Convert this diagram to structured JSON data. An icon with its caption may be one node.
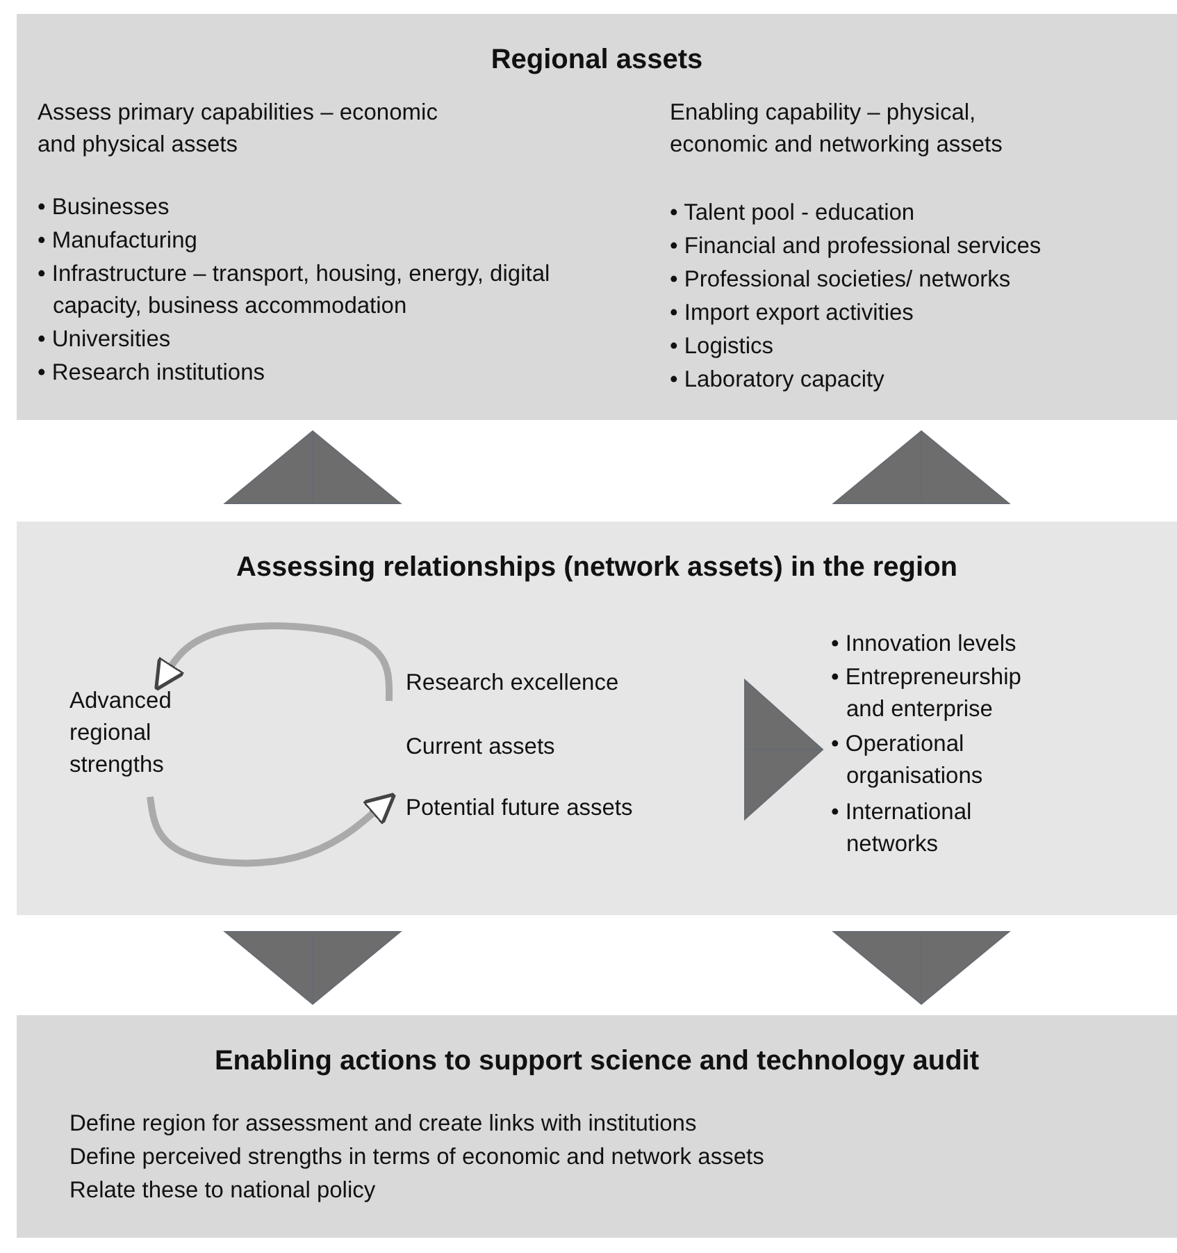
{
  "diagram": {
    "nodes": [
      {
        "text": [
          "Regional assets",
          "Assess primary capabilities – economic and physical assets",
          "• Businesses",
          "• Manufacturing",
          "• Infrastructure – transport, housing, energy, digital capacity, business accommodation",
          "• Universities",
          "• Research institutions",
          "Enabling capability – physical, economic and networking assets",
          "• Talent pool - education",
          "• Financial and professional services",
          "• Professional societies/ networks",
          "• Import export activities",
          "• Logistics",
          "• Laboratory capacity"
        ]
      },
      {
        "text": [
          "Assessing relationships (network assets) in the region"
        ]
      },
      {
        "text": [
          "Advanced regional strengths"
        ],
        "in": 1
      },
      {
        "text": [
          "Research excellence"
        ],
        "in": 1
      },
      {
        "text": [
          "Current assets"
        ],
        "in": 1
      },
      {
        "text": [
          "Potential future assets"
        ],
        "in": 1
      },
      {
        "text": [
          "• Innovation levels",
          "• Entrepreneurship and enterprise",
          "• Operational organisations",
          "• International networks"
        ],
        "in": 1
      },
      {
        "text": [
          "Enabling actions to support science and technology audit",
          "Define region for assessment and create links with institutions",
          "Define perceived strengths in terms of economic and network assets",
          "Relate these to national policy"
        ]
      }
    ],
    "edges": [
      {
        "from": 1,
        "to": 0,
        "arrow": "to"
      },
      {
        "from": 1,
        "to": 0,
        "arrow": "to"
      },
      {
        "from": 3,
        "to": 2,
        "arrow": "to"
      },
      {
        "from": 2,
        "to": 5,
        "arrow": "to"
      },
      {
        "from": null,
        "to": 6,
        "arrow": "to"
      },
      {
        "from": 1,
        "to": 7,
        "arrow": "to"
      },
      {
        "from": 1,
        "to": 7,
        "arrow": "to"
      }
    ]
  }
}
